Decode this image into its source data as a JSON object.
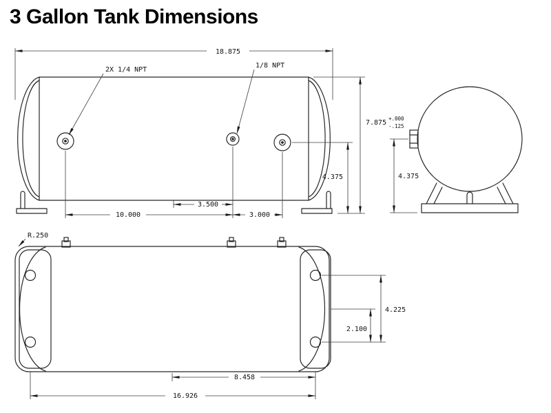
{
  "title": "3 Gallon Tank Dimensions",
  "side_view": {
    "overall_length": "18.875",
    "port_label_quarter": "2X 1/4 NPT",
    "port_label_eighth": "1/8 NPT",
    "height": "7.875",
    "height_tol_plus": "+.000",
    "height_tol_minus": "-.125",
    "centerline_height": "4.375",
    "port_spacing_center": "3.500",
    "port_spacing_left": "10.000",
    "port_spacing_right": "3.000"
  },
  "end_view": {
    "centerline_height": "4.375"
  },
  "plan_view": {
    "corner_radius": "R.250",
    "hole_span_vertical": "4.225",
    "hole_offset_center": "2.100",
    "hole_span_half": "8.458",
    "hole_span_full": "16.926"
  }
}
